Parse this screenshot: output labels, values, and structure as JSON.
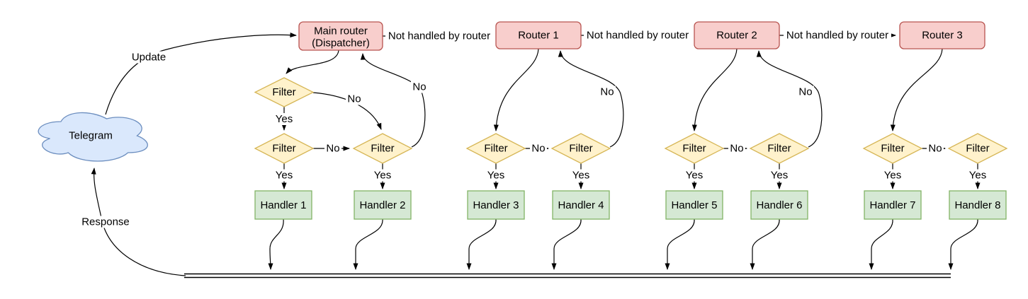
{
  "colors": {
    "background": "#ffffff",
    "edge": "#000000",
    "text": "#000000",
    "cloud_fill": "#dae8fc",
    "cloud_stroke": "#6c8ebf",
    "router_fill": "#f8cecc",
    "router_stroke": "#b85450",
    "filter_fill": "#fff2cc",
    "filter_stroke": "#d6b656",
    "handler_fill": "#d5e8d4",
    "handler_stroke": "#82b366"
  },
  "cloud": {
    "label": "Telegram"
  },
  "dispatcher": {
    "label_line1": "Main router",
    "label_line2": "(Dispatcher)"
  },
  "routers": [
    {
      "label": "Router 1"
    },
    {
      "label": "Router 2"
    },
    {
      "label": "Router 3"
    }
  ],
  "filters": [
    {
      "label": "Filter"
    },
    {
      "label": "Filter"
    },
    {
      "label": "Filter"
    },
    {
      "label": "Filter"
    },
    {
      "label": "Filter"
    },
    {
      "label": "Filter"
    },
    {
      "label": "Filter"
    },
    {
      "label": "Filter"
    },
    {
      "label": "Filter"
    }
  ],
  "handlers": [
    {
      "label": "Handler 1"
    },
    {
      "label": "Handler 2"
    },
    {
      "label": "Handler 3"
    },
    {
      "label": "Handler 4"
    },
    {
      "label": "Handler 5"
    },
    {
      "label": "Handler 6"
    },
    {
      "label": "Handler 7"
    },
    {
      "label": "Handler 8"
    }
  ],
  "edge_labels": {
    "update": "Update",
    "response": "Response",
    "not_handled": "Not handled by router",
    "yes": "Yes",
    "no": "No"
  }
}
